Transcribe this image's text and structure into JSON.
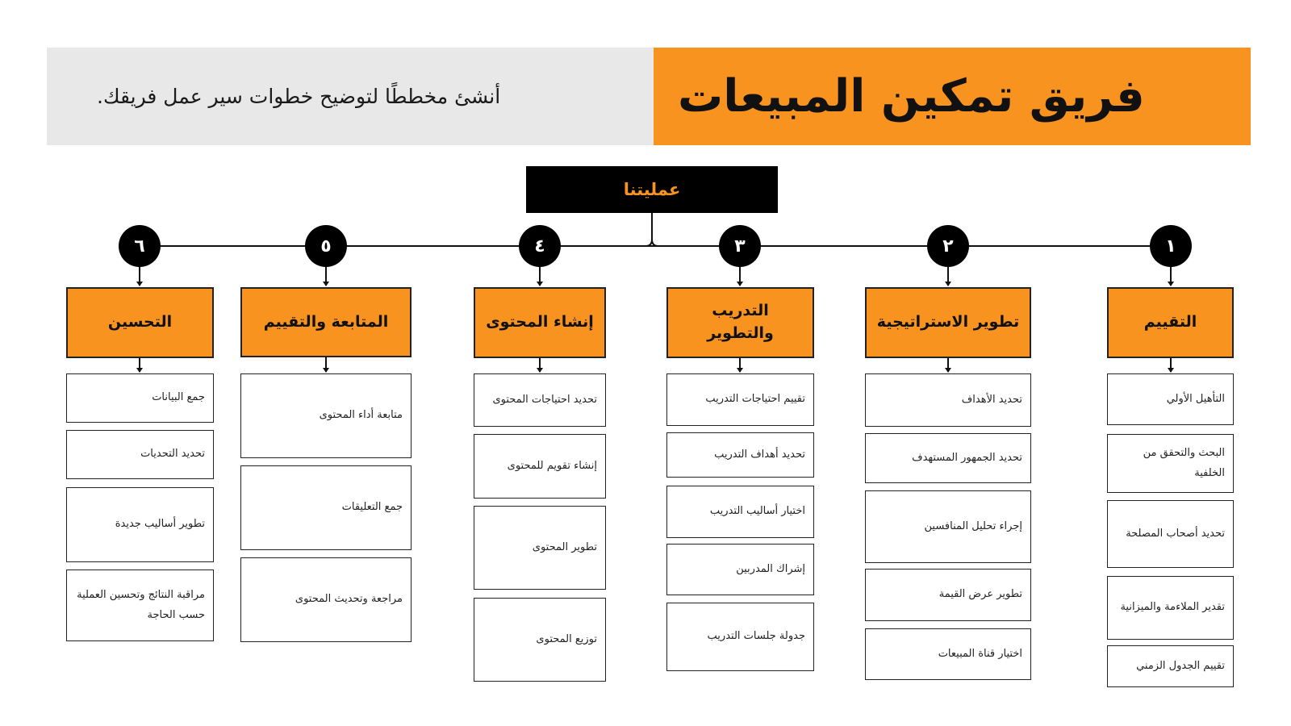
{
  "header": {
    "title": "فريق تمكين المبيعات",
    "subtitle": "أنشئ مخططًا لتوضيح خطوات سير عمل فريقك."
  },
  "colors": {
    "accent": "#f7931e",
    "dark": "#000000",
    "header_bg": "#e8e8e8"
  },
  "root": {
    "label": "عمليتنا"
  },
  "steps": [
    {
      "number": "١",
      "title": "التقييم",
      "items": [
        "التأهيل الأولي",
        "البحث والتحقق من الخلفية",
        "تحديد أصحاب المصلحة",
        "تقدير الملاءمة والميزانية",
        "تقييم الجدول الزمني"
      ]
    },
    {
      "number": "٢",
      "title": "تطوير الاستراتيجية",
      "items": [
        "تحديد الأهداف",
        "تحديد الجمهور المستهدف",
        "إجراء تحليل المنافسين",
        "تطوير عرض القيمة",
        "اختيار قناة المبيعات"
      ]
    },
    {
      "number": "٣",
      "title": "التدريب والتطوير",
      "items": [
        "تقييم احتياجات التدريب",
        "تحديد أهداف التدريب",
        "اختيار أساليب التدريب",
        "إشراك المدربين",
        "جدولة جلسات التدريب"
      ]
    },
    {
      "number": "٤",
      "title": "إنشاء المحتوى",
      "items": [
        "تحديد احتياجات المحتوى",
        "إنشاء تقويم للمحتوى",
        "تطوير المحتوى",
        "توزيع المحتوى"
      ]
    },
    {
      "number": "٥",
      "title": "المتابعة والتقييم",
      "items": [
        "متابعة أداء المحتوى",
        "جمع التعليقات",
        "مراجعة وتحديث المحتوى"
      ]
    },
    {
      "number": "٦",
      "title": "التحسين",
      "items": [
        "جمع البيانات",
        "تحديد التحديات",
        "تطوير أساليب جديدة",
        "مراقبة النتائج وتحسين العملية حسب الحاجة"
      ]
    }
  ]
}
